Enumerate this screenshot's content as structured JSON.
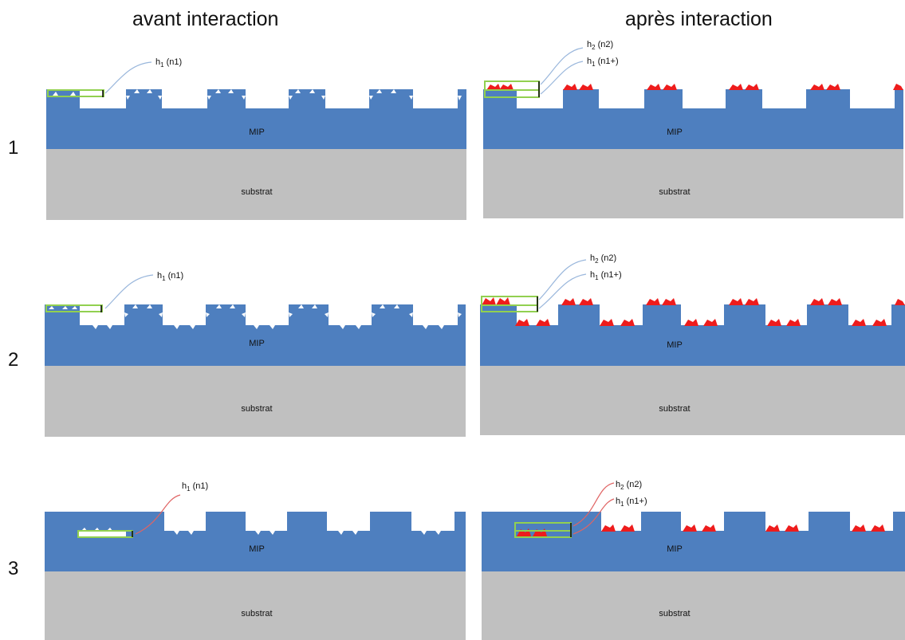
{
  "columns": {
    "before": "avant interaction",
    "after": "après interaction"
  },
  "rows": [
    "1",
    "2",
    "3"
  ],
  "labels": {
    "mip": "MIP",
    "substrate": "substrat",
    "h1_before": {
      "h": "h",
      "sub": "1",
      "rest": " (n1)"
    },
    "h1_after": {
      "h": "h",
      "sub": "1",
      "rest": " (n1+)"
    },
    "h2_after": {
      "h": "h",
      "sub": "2",
      "rest": " (n2)"
    }
  },
  "colors": {
    "mip": "#4e7fbf",
    "substrate": "#c0c0c0",
    "thickness_box": "#92d050",
    "analyte": "#ee1c1c",
    "callout_rows_1_2": "#9ab7dc",
    "callout_row_3": "#e06464"
  }
}
